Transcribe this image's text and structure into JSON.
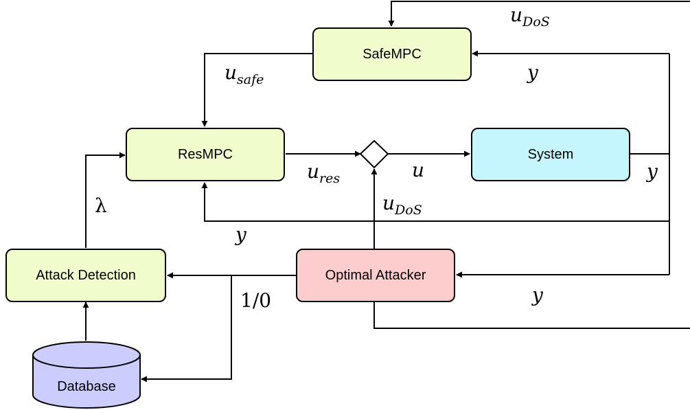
{
  "colors": {
    "green": "#f0fccc",
    "cyan": "#c6f6fd",
    "red": "#fdcccc",
    "database": "#ccccff",
    "line": "#000000"
  },
  "blocks": {
    "safe_mpc": "SafeMPC",
    "res_mpc": "ResMPC",
    "system": "System",
    "attack_detection": "Attack Detection",
    "optimal_attacker": "Optimal Attacker",
    "database": "Database"
  },
  "labels": {
    "u_dos_top": {
      "base": "u",
      "sub": "DoS"
    },
    "u_safe": {
      "base": "u",
      "sub": "safe"
    },
    "y_safe": "y",
    "u_res": {
      "base": "u",
      "sub": "res"
    },
    "u": "u",
    "y_system": "y",
    "u_dos_mid": {
      "base": "u",
      "sub": "DoS"
    },
    "lambda": "λ",
    "y_feedback": "y",
    "one_zero": "1/0",
    "y_attacker": "y"
  }
}
